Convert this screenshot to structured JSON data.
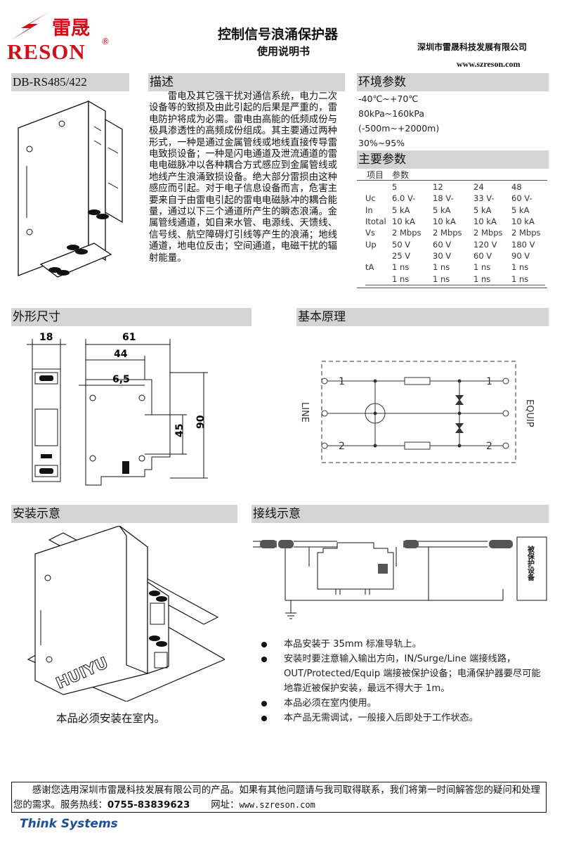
{
  "brand": {
    "name_cn": "雷晟",
    "name_en": "RESON",
    "registered": "®",
    "company": "深圳市雷晟科技发展有限公司",
    "website": "www.szreson.com",
    "color": "#d01018"
  },
  "header": {
    "title": "控制信号浪涌保护器",
    "subtitle": "使用说明书"
  },
  "model": "DB-RS485/422",
  "description": {
    "heading": "描述",
    "text": "雷电及其它强干扰对通信系统，电力二次设备等的致损及由此引起的后果是严重的，雷电防护将成为必需。雷电由高能的低频成份与极具渗透性的高频成份组成。其主要通过两种形式，一种是通过金属管线或地线直接传导雷电致损设备；一种是闪电通道及泄流通道的雷电电磁脉冲以各种耦合方式感应到金属管线或地线产生浪涌致损设备。绝大部分雷损由这种感应而引起。对于电子信息设备而言，危害主要来自于由雷电引起的雷电电磁脉冲的耦合能量，通过以下三个通道所产生的瞬态浪涌。金属管线通道，如自来水管、电源线、天馈线、信号线、航空障碍灯引线等产生的浪涌；地线通道，地电位反击；空间通道，电磁干扰的辐射能量。"
  },
  "environment": {
    "heading": "环境参数",
    "lines": [
      "-40℃~+70℃",
      "80kPa~160kPa",
      "(-500m~+2000m)",
      "30%~95%"
    ]
  },
  "main_params": {
    "heading": "主要参数",
    "header": [
      "项目",
      "参数"
    ],
    "rows": [
      [
        "",
        "5",
        "12",
        "24",
        "48"
      ],
      [
        "Uc",
        "6.0 V-",
        "18 V-",
        "33 V-",
        "60 V-"
      ],
      [
        "In",
        "5 kA",
        "5 kA",
        "5 kA",
        "5 kA"
      ],
      [
        "Itotal",
        "10 kA",
        "10 kA",
        "10 kA",
        "10 kA"
      ],
      [
        "Vs",
        "2 Mbps",
        "2 Mbps",
        "2 Mbps",
        "2 Mbps"
      ],
      [
        "Up",
        "50 V",
        "60 V",
        "120 V",
        "180 V"
      ],
      [
        "",
        "25 V",
        "30 V",
        "60 V",
        "90 V"
      ],
      [
        "tA",
        "1 ns",
        "1 ns",
        "1 ns",
        "1 ns"
      ],
      [
        "",
        "1 ns",
        "1 ns",
        "1 ns",
        "1 ns"
      ]
    ]
  },
  "dimensions": {
    "heading": "外形尺寸",
    "d18": "18",
    "d61": "61",
    "d44": "44",
    "d65": "6,5",
    "d45": "45",
    "d90": "90"
  },
  "principle": {
    "heading": "基本原理",
    "line_label": "LINE",
    "equip_label": "EQUIP",
    "pin1": "1",
    "pin2": "2"
  },
  "installation": {
    "heading": "安装示意",
    "rail_text": "HUIYU",
    "caption": "本品必须安装在室内。"
  },
  "wiring": {
    "heading": "接线示意",
    "device_label": "被保护设备"
  },
  "notes": [
    "本品安装于 35mm 标准导轨上。",
    "安装时要注意输入输出方向，IN/Surge/Line 端接线路，OUT/Protected/Equip 端接被保护设备；电涌保护器要尽可能地靠近被保护安装，最远不得大于 1m。",
    "本品必须在室内使用。",
    "本产品无需调试，一般接入后即处于工作状态。"
  ],
  "footer": {
    "thanks": "感谢您选用深圳市雷晟科技发展有限公司的产品。如果有其他问题请与我司取得联系，我们将第一时间解答您的疑问和处理您的需求。服务热线：",
    "hotline": "0755-83839623",
    "website_label": "网址：",
    "website": "www.szreson.com",
    "tagline": "Think Systems",
    "tagline_color": "#1c4e9a"
  }
}
